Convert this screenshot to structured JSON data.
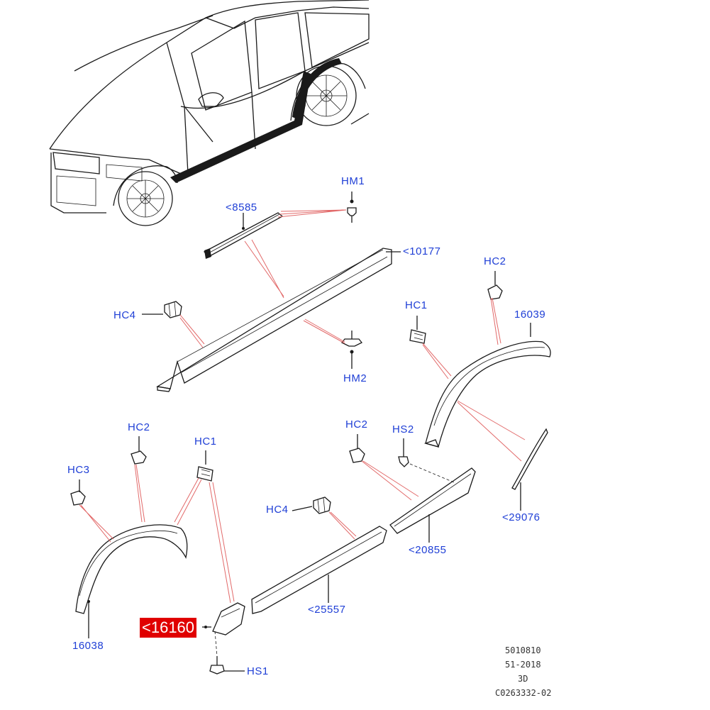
{
  "callouts": {
    "hm1": "HM1",
    "p8585": "<8585",
    "p10177": "<10177",
    "hc4_top": "HC4",
    "hm2": "HM2",
    "hc2_right": "HC2",
    "p16039": "16039",
    "hc1_right": "HC1",
    "hc2_left": "HC2",
    "hc1_left": "HC1",
    "hc3": "HC3",
    "hc2_mid": "HC2",
    "hs2": "HS2",
    "hc4_mid": "HC4",
    "p29076": "<29076",
    "p20855": "<20855",
    "p25557": "<25557",
    "p16038": "16038",
    "p16160": "<16160",
    "hs1": "HS1"
  },
  "highlighted_part": "<16160",
  "colors": {
    "callout_text": "#1f3fd6",
    "highlight_bg": "#e00000",
    "leader_lines": "#e26a6a",
    "drawing": "#1a1a1a"
  },
  "reference": {
    "line1": "5010810",
    "line2": "51-2018",
    "line3": "3D",
    "line4": "C0263332-02"
  }
}
